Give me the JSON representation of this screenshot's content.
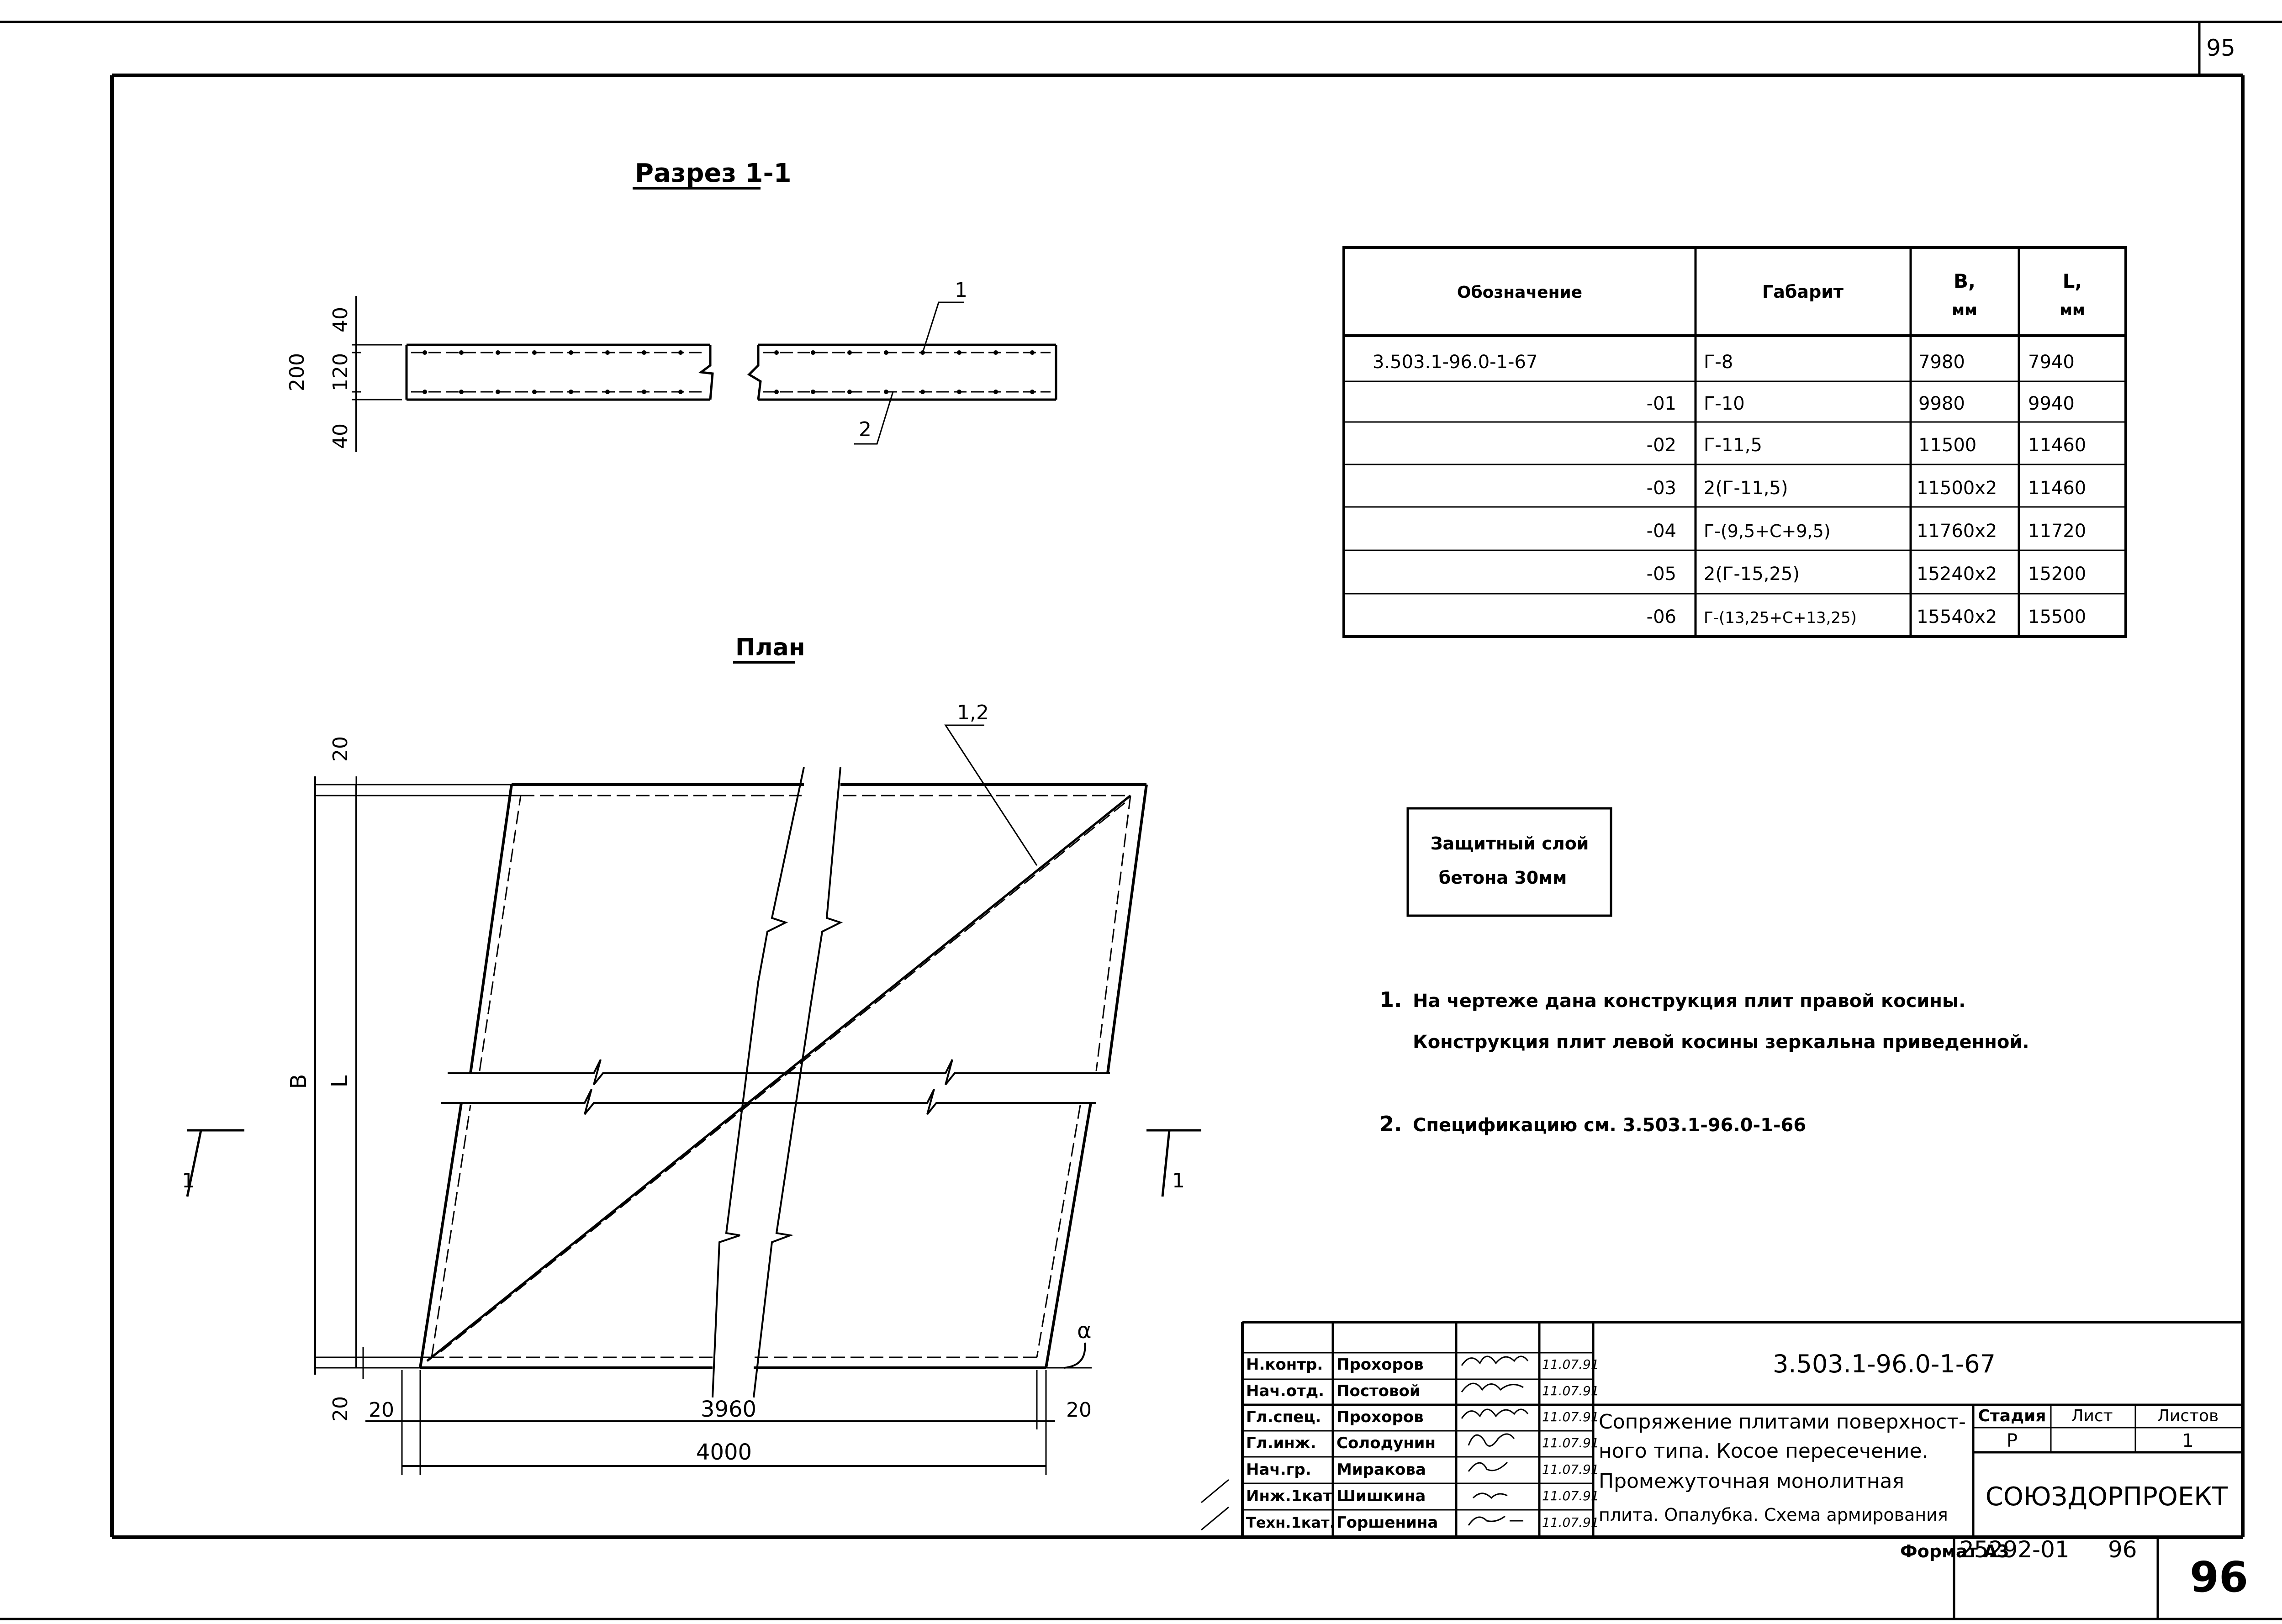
{
  "sheet": {
    "sheet_top_number": "95",
    "sheet_number_big": "96",
    "format_label": "Формат А3",
    "archive_number": "25292-01",
    "archive_sheet": "96"
  },
  "section": {
    "title": "Разрез 1-1",
    "dim_top": "40",
    "dim_total": "200",
    "dim_middle": "120",
    "dim_bottom": "40",
    "callout_1": "1",
    "callout_2": "2"
  },
  "plan": {
    "title": "План",
    "callout_12": "1,2",
    "dim_top_20": "20",
    "dim_bottom_20": "20",
    "dim_left_20": "20",
    "dim_right_20": "20",
    "dim_3960": "3960",
    "dim_4000": "4000",
    "label_B": "B",
    "label_L": "L",
    "label_alpha": "α",
    "cut_left": "1",
    "cut_right": "1"
  },
  "table": {
    "headers": [
      "Обозначение",
      "Габарит",
      "B,",
      "L,"
    ],
    "header_units": [
      "мм",
      "мм"
    ],
    "rows": [
      {
        "designation": "3.503.1-96.0-1-67",
        "gabarit": "Г-8",
        "B": "7980",
        "L": "7940"
      },
      {
        "designation": "-01",
        "gabarit": "Г-10",
        "B": "9980",
        "L": "9940"
      },
      {
        "designation": "-02",
        "gabarit": "Г-11,5",
        "B": "11500",
        "L": "11460"
      },
      {
        "designation": "-03",
        "gabarit": "2(Г-11,5)",
        "B": "11500x2",
        "L": "11460"
      },
      {
        "designation": "-04",
        "gabarit": "Г-(9,5+С+9,5)",
        "B": "11760x2",
        "L": "11720"
      },
      {
        "designation": "-05",
        "gabarit": "2(Г-15,25)",
        "B": "15240x2",
        "L": "15200"
      },
      {
        "designation": "-06",
        "gabarit": "Г-(13,25+С+13,25)",
        "B": "15540x2",
        "L": "15500"
      }
    ]
  },
  "protective_box": {
    "line1": "Защитный слой",
    "line2": "бетона 30мм"
  },
  "notes": {
    "n1_num": "1.",
    "n1_line1": "На чертеже дана конструкция плит правой косины.",
    "n1_line2": "Конструкция плит левой косины зеркальна приведенной.",
    "n2_num": "2.",
    "n2_text": "Спецификацию см. 3.503.1-96.0-1-66"
  },
  "title_block": {
    "code": "3.503.1-96.0-1-67",
    "roles": [
      "Н.контр.",
      "Нач.отд.",
      "Гл.спец.",
      "Гл.инж.",
      "Нач.гр.",
      "Инж.1кат",
      "Техн.1кат."
    ],
    "names": [
      "Прохоров",
      "Постовой",
      "Прохоров",
      "Солодунин",
      "Миракова",
      "Шишкина",
      "Горшенина"
    ],
    "dates": [
      "11.07.91",
      "11.07.91",
      "11.07.91",
      "11.07.91",
      "11.07.91",
      "11.07.91",
      "11.07.91"
    ],
    "title_line1": "Сопряжение плитами поверхност-",
    "title_line2": "ного типа. Косое пересечение.",
    "title_line3": "Промежуточная монолитная",
    "title_line4": "плита. Опалубка. Схема армирования",
    "stage_label": "Стадия",
    "sheet_label": "Лист",
    "sheets_label": "Листов",
    "stage_value": "Р",
    "sheets_value": "1",
    "organization": "СОЮЗДОРПРОЕКТ"
  }
}
